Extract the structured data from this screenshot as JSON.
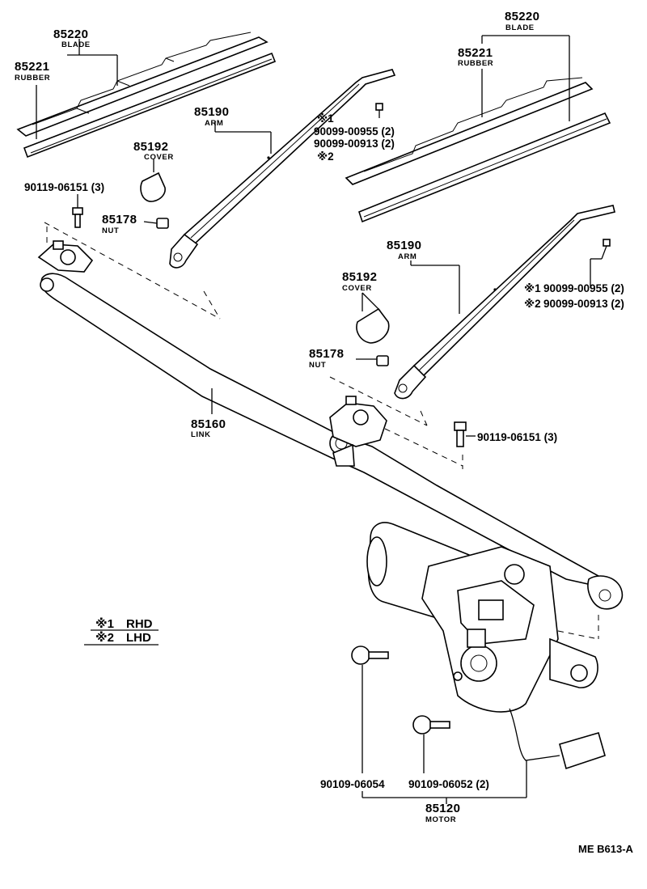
{
  "left": {
    "blade": {
      "number": "85220",
      "name": "BLADE"
    },
    "rubber": {
      "number": "85221",
      "name": "RUBBER"
    },
    "arm": {
      "number": "85190",
      "name": "ARM"
    },
    "cover": {
      "number": "85192",
      "name": "COVER"
    },
    "nut": {
      "number": "85178",
      "name": "NUT"
    },
    "bolt": "90119-06151 (3)",
    "screw_mark1": "※1",
    "screw_pn1": "90099-00955 (2)",
    "screw_pn2": "90099-00913 (2)",
    "screw_mark2": "※2"
  },
  "right": {
    "blade": {
      "number": "85220",
      "name": "BLADE"
    },
    "rubber": {
      "number": "85221",
      "name": "RUBBER"
    },
    "arm": {
      "number": "85190",
      "name": "ARM"
    },
    "cover": {
      "number": "85192",
      "name": "COVER"
    },
    "nut": {
      "number": "85178",
      "name": "NUT"
    },
    "bolt": "90119-06151 (3)",
    "screw1": {
      "mark": "※1",
      "pn": "90099-00955 (2)"
    },
    "screw2": {
      "mark": "※2",
      "pn": "90099-00913 (2)"
    }
  },
  "link": {
    "number": "85160",
    "name": "LINK"
  },
  "motor": {
    "number": "85120",
    "name": "MOTOR",
    "bolt1": "90109-06054",
    "bolt2": "90109-06052 (2)"
  },
  "legend": [
    {
      "mark": "※1",
      "label": "RHD"
    },
    {
      "mark": "※2",
      "label": "LHD"
    }
  ],
  "code": "ME B613-A"
}
